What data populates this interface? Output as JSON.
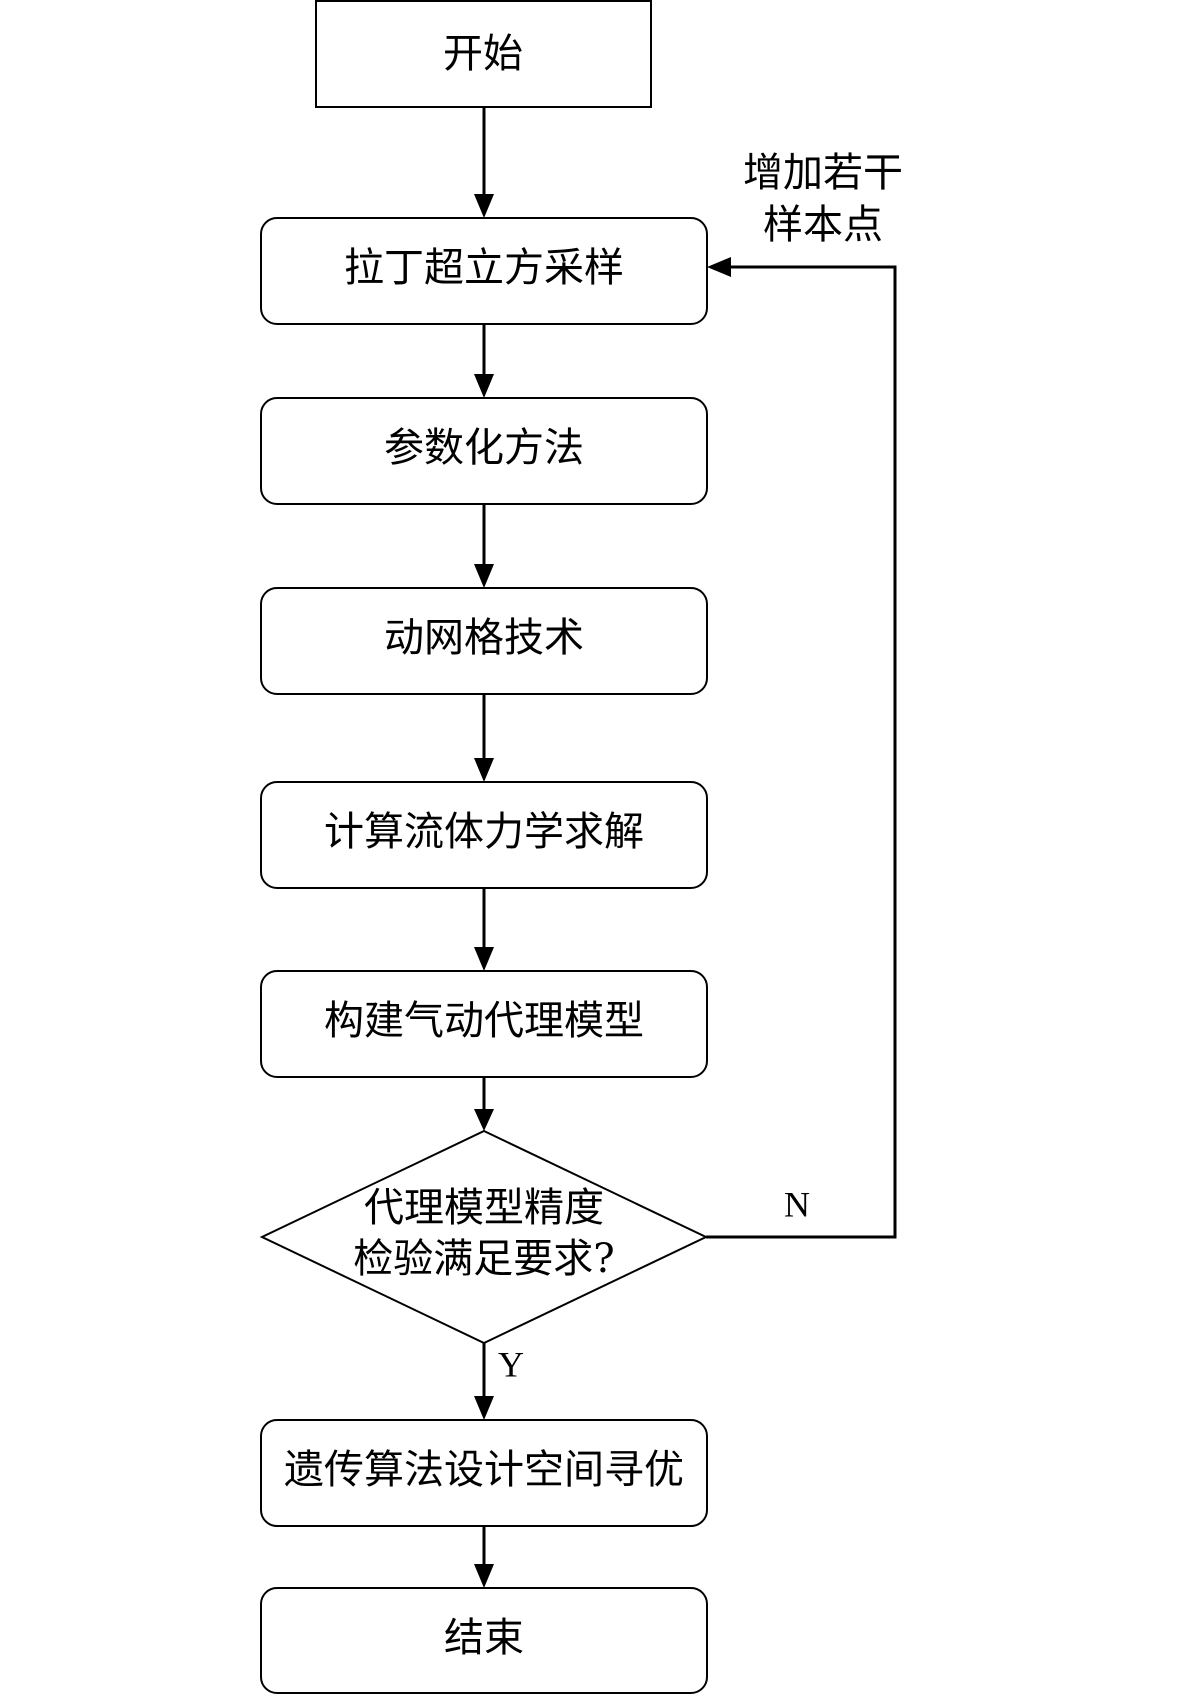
{
  "nodes": {
    "start": "开始",
    "lhs": "拉丁超立方采样",
    "param": "参数化方法",
    "mesh": "动网格技术",
    "cfd": "计算流体力学求解",
    "surrogate": "构建气动代理模型",
    "decision_line1": "代理模型精度",
    "decision_line2": "检验满足要求?",
    "ga": "遗传算法设计空间寻优",
    "end": "结束"
  },
  "edges": {
    "yes_label": "Y",
    "no_label": "N",
    "feedback_line1": "增加若干",
    "feedback_line2": "样本点"
  }
}
